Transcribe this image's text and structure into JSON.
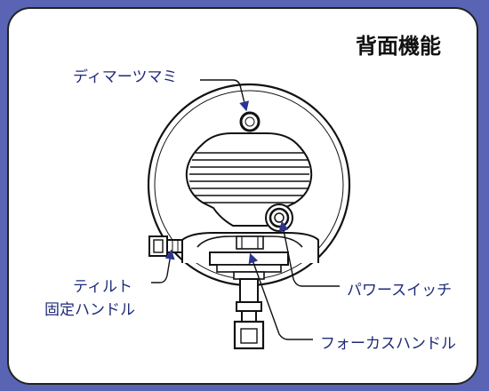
{
  "title": "背面機能",
  "labels": {
    "dimmer": "ディマーツマミ",
    "tilt_line1": "ティルト",
    "tilt_line2": "固定ハンドル",
    "power": "パワースイッチ",
    "focus": "フォーカスハンドル"
  },
  "colors": {
    "frame_border": "#5a64b4",
    "label_text": "#1f2a7a",
    "pointer_arrow": "#2b3590",
    "outline": "#111111"
  }
}
